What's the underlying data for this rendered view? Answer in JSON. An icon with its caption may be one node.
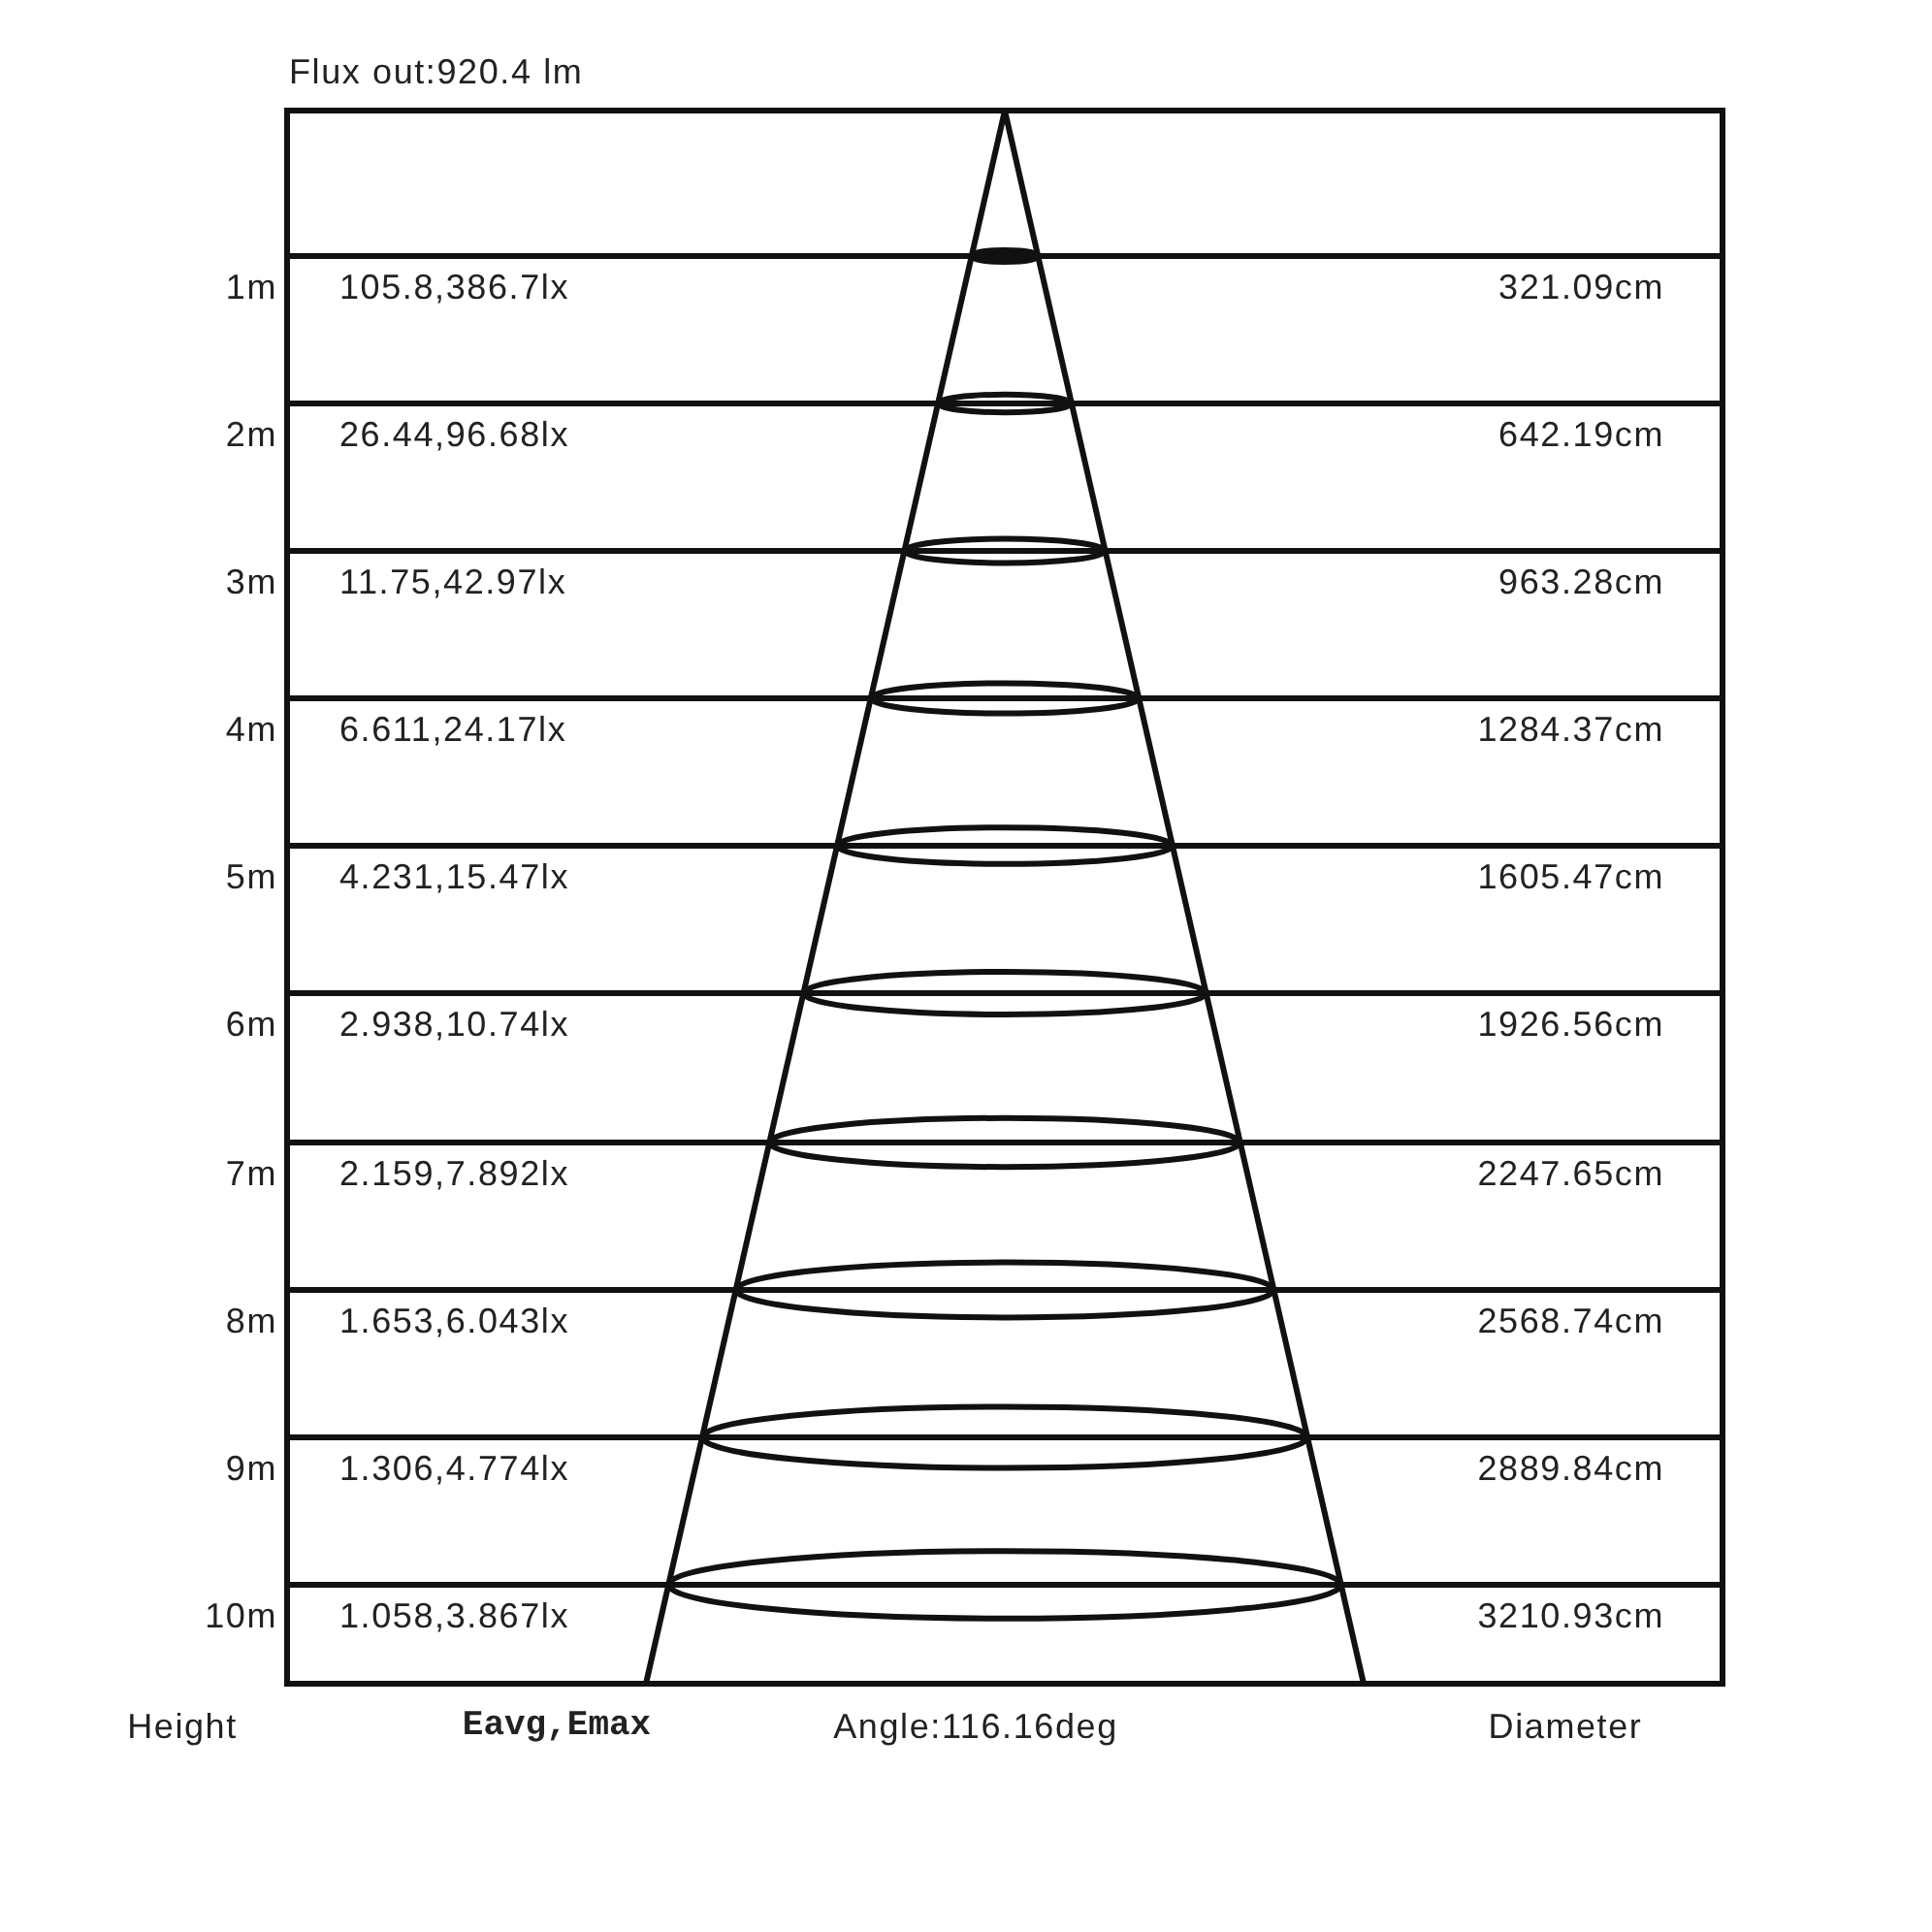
{
  "diagram": {
    "title": "Flux out:920.4 lm",
    "labels": [
      "1m",
      "105.8,386.7lx",
      "321.09cm",
      "2m",
      "26.44,96.68lx",
      "642.19cm",
      "3m",
      "11.75,42.97lx",
      "963.28cm",
      "4m",
      "6.611,24.17lx",
      "1284.37cm",
      "5m",
      "4.231,15.47lx",
      "1605.47cm",
      "6m",
      "2.938,10.74lx",
      "1926.56cm",
      "7m",
      "2.159,7.892lx",
      "2247.65cm",
      "8m",
      "1.653,6.043lx",
      "2568.74cm",
      "9m",
      "1.306,4.774lx",
      "2889.84cm",
      "10m",
      "1.058,3.867lx",
      "3210.93cm",
      "Height",
      "Eavg,Emax",
      "Angle:116.16deg",
      "Diameter"
    ]
  }
}
